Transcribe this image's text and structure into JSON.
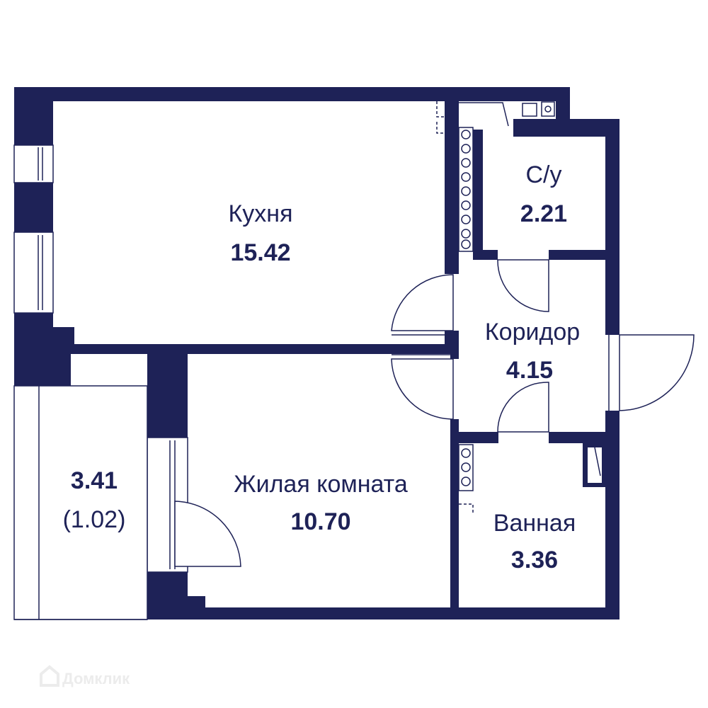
{
  "colors": {
    "wall": "#1e2257",
    "background": "#ffffff",
    "watermark": "#ececec"
  },
  "rooms": {
    "kitchen": {
      "name": "Кухня",
      "area": "15.42"
    },
    "bathroom_small": {
      "name": "С/у",
      "area": "2.21"
    },
    "corridor": {
      "name": "Коридор",
      "area": "4.15"
    },
    "living": {
      "name": "Жилая комната",
      "area": "10.70"
    },
    "bathroom": {
      "name": "Ванная",
      "area": "3.36"
    },
    "balcony": {
      "area": "3.41",
      "reduced_area": "(1.02)"
    }
  },
  "watermark": {
    "text": "Домклик",
    "icon": "house-logo-icon"
  }
}
